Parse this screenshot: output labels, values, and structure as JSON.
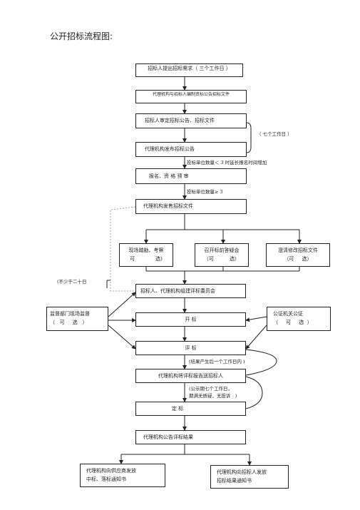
{
  "title": "公开招标流程图:",
  "nodes": {
    "n1": "招标人提出招标需求（    三个工作日  ）",
    "n2": "代理机构与招标人编制资标公告招标文件",
    "n3": "招标人审定招标公告、招标文件",
    "n4": "代理机构发布招标公告",
    "n5": "报名、资         格        预     审",
    "n6": "代理机构发售招标文件",
    "n7": "现场踏勘、考察\n可             选)",
    "n8": "召开标前答疑会\n（可          选）",
    "n9": "澄清修改招标文件\n（可     选）",
    "n10": "招标人、代理机构组建评标委员会",
    "n11": "开                标",
    "n12": "评                标",
    "n13": "代理机构将评标报告送招标人",
    "n14": "定             标",
    "n15": "代理机构公告评标结果",
    "n16": "代理机构向供应商发放\n中标、落标通知书",
    "n17": "代理机构向招标人发放\n招标结果通知书",
    "left": "监督部门现场监督\n（   可     选   ）",
    "right": "公证机关公证\n（     可     选  ）"
  },
  "notes": {
    "seven_days": "（ 七个工作日  ）",
    "less_than_3": "投标单位数量＜    3 时延长报名时间增加",
    "ge_3": "投标单位数量≥   3",
    "not_less_20": "(不少于二十日",
    "result_one_day": "(结果产生后一个工作日内    )",
    "publicity": "(公示期七个工作日，\n期满无质疑、无投诉   )"
  }
}
